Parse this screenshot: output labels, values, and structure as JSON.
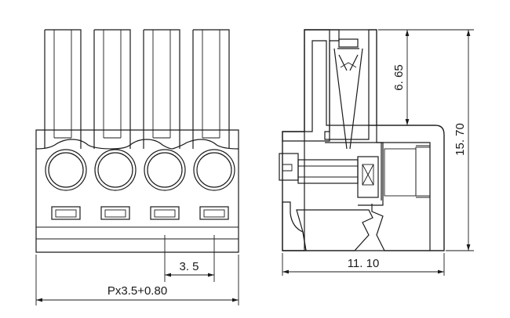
{
  "dimensions": {
    "pitch": "3. 5",
    "total_length": "Px3.5+0.80",
    "depth": "11. 10",
    "height": "15. 70",
    "wire_entry": "6. 65"
  }
}
